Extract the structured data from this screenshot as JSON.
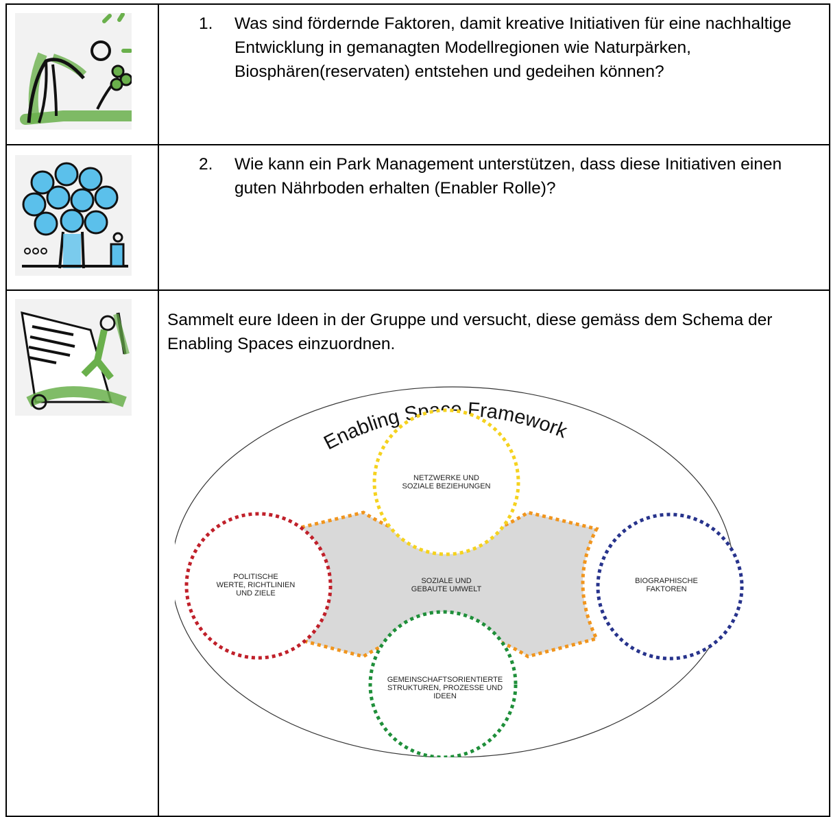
{
  "rows": [
    {
      "number": "1.",
      "text": "Was sind fördernde Faktoren, damit kreative Initiativen für eine nachhaltige Entwicklung in gemanagten Modellregionen wie Naturpärken, Biosphären(reservaten) entstehen und gedeihen können?"
    },
    {
      "number": "2.",
      "text": "Wie kann ein Park Management unterstützen, dass diese Initiativen einen guten Nährboden erhalten (Enabler Rolle)?"
    },
    {
      "text": "Sammelt eure Ideen in der Gruppe und versucht, diese gemäss dem Schema der Enabling Spaces einzuordnen."
    }
  ],
  "diagram": {
    "title": "Enabling Space Framework",
    "center": [
      "SOZIALE UND",
      "GEBAUTE UMWELT"
    ],
    "top": [
      "NETZWERKE UND",
      "SOZIALE BEZIEHUNGEN"
    ],
    "left": [
      "POLITISCHE",
      "WERTE, RICHTLINIEN",
      "UND ZIELE"
    ],
    "right": [
      "BIOGRAPHISCHE",
      "FAKTOREN"
    ],
    "bottom": [
      "GEMEINSCHAFTSORIENTIERTE",
      "STRUKTUREN, PROZESSE UND",
      "IDEEN"
    ],
    "colors": {
      "top": "#f5d21f",
      "left": "#c0202a",
      "right": "#27338c",
      "bottom": "#1f8f3a",
      "connector": "#f0951e",
      "fill": "#d9d9d9"
    }
  },
  "icons": [
    "gardener-icon",
    "idea-tree-icon",
    "writer-on-scroll-icon"
  ]
}
